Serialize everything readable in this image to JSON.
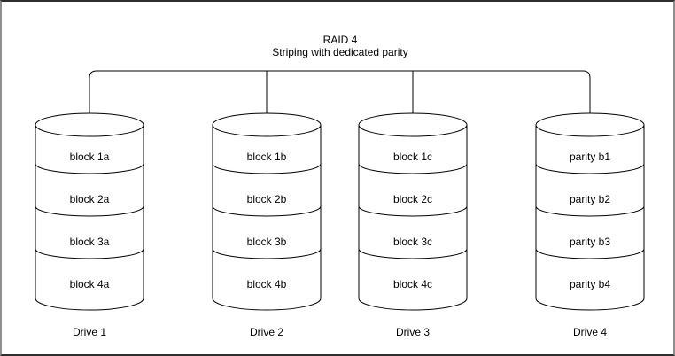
{
  "diagram": {
    "title": "RAID 4",
    "subtitle": "Striping with dedicated parity",
    "drives": [
      {
        "label": "Drive 1",
        "blocks": [
          "block 1a",
          "block 2a",
          "block 3a",
          "block 4a"
        ]
      },
      {
        "label": "Drive 2",
        "blocks": [
          "block 1b",
          "block 2b",
          "block 3b",
          "block 4b"
        ]
      },
      {
        "label": "Drive 3",
        "blocks": [
          "block 1c",
          "block 2c",
          "block 3c",
          "block 4c"
        ]
      },
      {
        "label": "Drive 4",
        "blocks": [
          "parity b1",
          "parity b2",
          "parity b3",
          "parity b4"
        ]
      }
    ],
    "colors": {
      "line": "#000000",
      "fill": "#ffffff",
      "text": "#000000",
      "frame": "#333333"
    }
  }
}
